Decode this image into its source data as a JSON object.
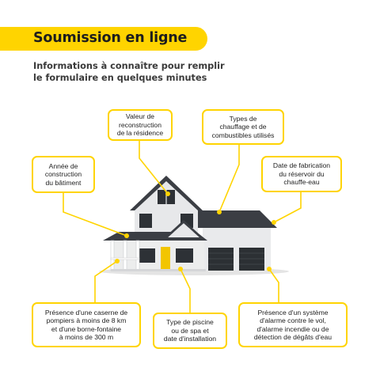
{
  "header": {
    "title": "Soumission en ligne",
    "subtitle_line1": "Informations à connaître pour remplir",
    "subtitle_line2": "le formulaire en quelques minutes"
  },
  "callouts": {
    "reconstruction": {
      "lines": [
        "Valeur de",
        "reconstruction",
        "de la résidence"
      ]
    },
    "chauffage": {
      "lines": [
        "Types de",
        "chauffage et de",
        "combustibles utilisés"
      ]
    },
    "annee": {
      "lines": [
        "Année de",
        "construction",
        "du bâtiment"
      ]
    },
    "reservoir": {
      "lines": [
        "Date de fabrication",
        "du réservoir du",
        "chauffe-eau"
      ]
    },
    "caserne": {
      "lines": [
        "Présence d'une caserne de",
        "pompiers à moins de 8 km",
        "et d'une borne-fontaine",
        "à moins de 300 m"
      ]
    },
    "piscine": {
      "lines": [
        "Type de piscine",
        "ou de spa et",
        "date d'installation"
      ]
    },
    "alarme": {
      "lines": [
        "Présence d'un système",
        "d'alarme contre le vol,",
        "d'alarme incendie ou de",
        "détection de dégâts d'eau"
      ]
    }
  },
  "colors": {
    "accent": "#ffd400",
    "text": "#222222",
    "title": "#1d1d1d"
  }
}
